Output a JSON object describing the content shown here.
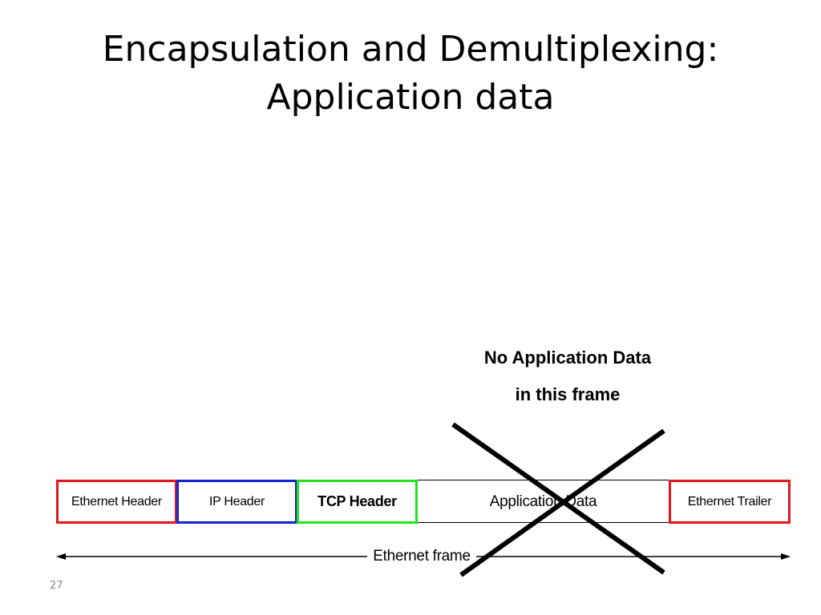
{
  "slide": {
    "title_line1": "Encapsulation and Demultiplexing:",
    "title_line2": "Application data",
    "note_line1": "No Application Data",
    "note_line2": "in this frame",
    "page_number": "27"
  },
  "frame": {
    "segments": [
      {
        "label": "Ethernet Header",
        "color": "#e3161c"
      },
      {
        "label": "IP Header",
        "color": "#1422d6"
      },
      {
        "label": "TCP Header",
        "color": "#22e41b"
      },
      {
        "label": "Application Data",
        "color": "#000000"
      },
      {
        "label": "Ethernet Trailer",
        "color": "#e3161c"
      }
    ],
    "span_label": "Ethernet frame"
  }
}
